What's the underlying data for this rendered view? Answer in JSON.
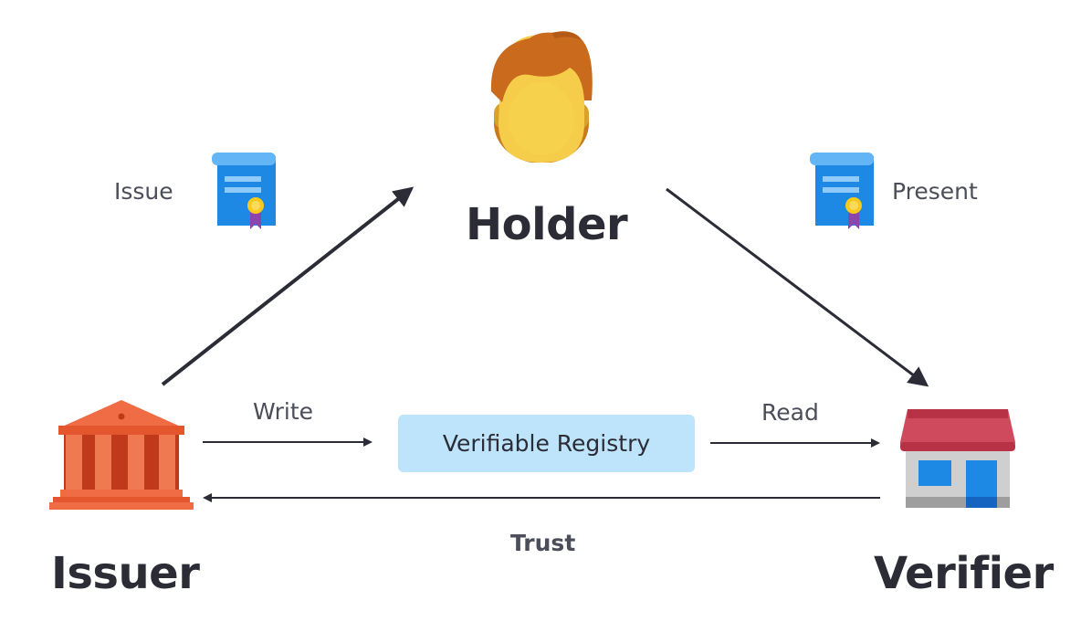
{
  "holder": {
    "label": "Holder"
  },
  "issuer": {
    "label": "Issuer"
  },
  "verifier": {
    "label": "Verifier"
  },
  "flows": {
    "issue": "Issue",
    "present": "Present",
    "write": "Write",
    "read": "Read",
    "trust": "Trust"
  },
  "registry": {
    "label": "Verifiable Registry"
  },
  "icons": {
    "holder": "person-icon",
    "issuer": "bank-building-icon",
    "verifier": "shop-icon",
    "credential": "certificate-document-icon"
  },
  "colors": {
    "text_dark": "#2b2c36",
    "registry_fill": "#bde4fb",
    "arrow": "#2b2c36",
    "issuer_orange": "#ef6c44",
    "verifier_roof": "#c94458",
    "credential_blue": "#1e88e5"
  }
}
